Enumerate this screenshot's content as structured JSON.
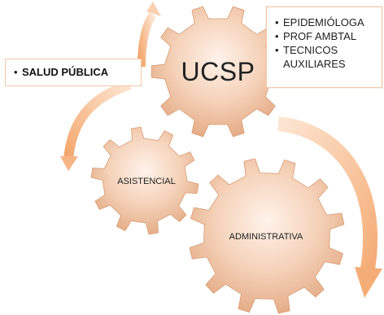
{
  "diagram": {
    "gears": [
      {
        "id": "ucsp",
        "label": "UCSP"
      },
      {
        "id": "asistencial",
        "label": "ASISTENCIAL"
      },
      {
        "id": "administrativa",
        "label": "ADMINISTRATIVA"
      }
    ],
    "left_callout": {
      "text": "SALUD PÚBLICA"
    },
    "right_callout": {
      "items": [
        "EPIDEMIÓLOGA",
        "PROF AMBTAL",
        "TECNICOS AUXILIARES"
      ]
    },
    "colors": {
      "gear_light": "#fbe7d8",
      "gear_dark": "#e9b794",
      "arrow": "#f6b585",
      "arrow_light": "#fde3cf",
      "callout_border": "#f3c7a6"
    }
  }
}
